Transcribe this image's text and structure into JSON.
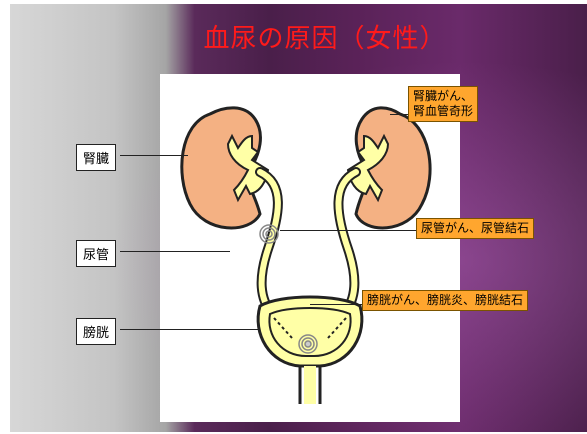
{
  "title": "血尿の原因（女性）",
  "labels": {
    "kidney": "腎臓",
    "ureter": "尿管",
    "bladder": "膀胱"
  },
  "callouts": {
    "kidney_line1": "腎臓がん、",
    "kidney_line2": "腎血管奇形",
    "ureter": "尿管がん、尿管結石",
    "bladder": "膀胱がん、膀胱炎、膀胱結石"
  },
  "colors": {
    "title": "#ff1a1a",
    "kidney": "#f4b183",
    "ureter_fill": "#ffffa6",
    "callout": "#ffa62e"
  }
}
